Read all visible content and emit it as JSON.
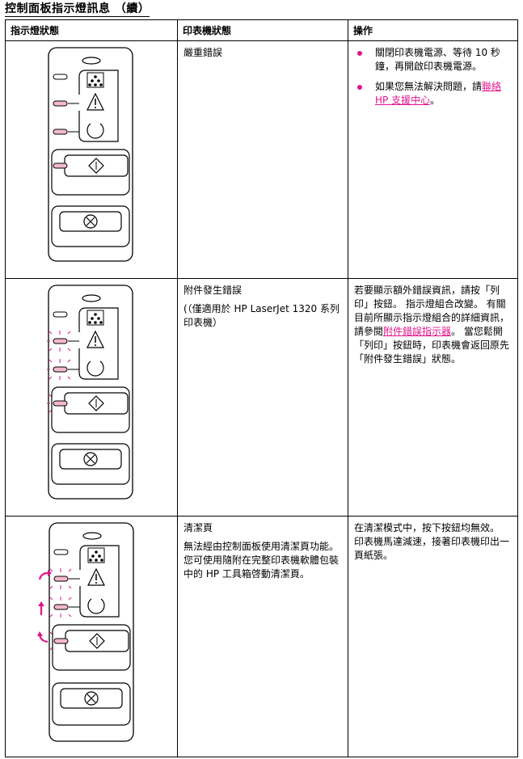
{
  "page": {
    "title": "控制面板指示燈訊息 （續）"
  },
  "table": {
    "headers": [
      "指示燈狀態",
      "印表機狀態",
      "操作"
    ],
    "rows": [
      {
        "printer_state": "嚴重錯誤",
        "actions": [
          {
            "text": "關閉印表機電源、等待 10 秒鐘，再開啟印表機電源。",
            "link": "",
            "after": ""
          },
          {
            "text": "如果您無法解決問題，請",
            "link": "聯絡 HP 支援中心",
            "after": "。"
          }
        ]
      },
      {
        "printer_state": "附件發生錯誤",
        "note": "(（僅適用於 HP LaserJet 1320 系列印表機）",
        "action_before": "若要顯示額外錯誤資訊，請按「列印」按鈕。 指示燈組合改變。 有關目前所顯示指示燈組合的詳細資訊，請參閱",
        "action_link": "附件錯誤指示器",
        "action_after": "。 當您鬆開「列印」按鈕時，印表機會返回原先「附件發生錯誤」狀態。"
      },
      {
        "printer_state": "清潔頁",
        "note": "無法經由控制面板使用清潔頁功能。 您可使用隨附在完整印表機軟體包裝中的 HP 工具箱啓動清潔頁。",
        "action": "在清潔模式中，按下按鈕均無效。 印表機馬達減速，接著印表機印出一頁紙張。"
      }
    ]
  },
  "colors": {
    "accent": "#e0158c",
    "led_on": "#f5b8cc",
    "blink_rays": "#e0158c"
  },
  "icons": [
    "toner-icon",
    "attention-icon",
    "ready-icon",
    "go-button-icon",
    "cancel-button-icon",
    "arrow-icon"
  ]
}
